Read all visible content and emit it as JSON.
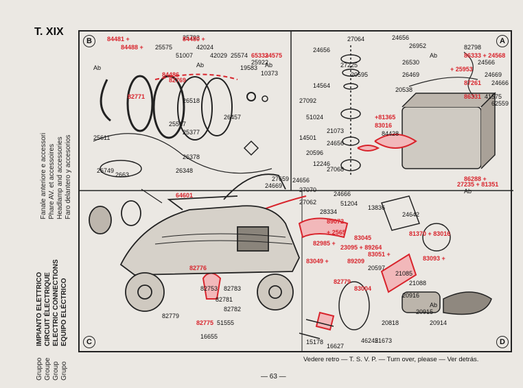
{
  "header": {
    "plate": "T. XIX"
  },
  "sections": {
    "A": "A",
    "B": "B",
    "C": "C",
    "D": "D"
  },
  "footer": {
    "note": "Vedere retro — T. S. V. P. — Turn over, please — Ver detrás.",
    "page": "— 63 —"
  },
  "legend": {
    "line1": "Fanale anteriore e accessori",
    "line2": "Phare AV. et accessoires",
    "line3": "Headlamp and accessories",
    "line4": "Faro delantero y accesorios",
    "line5": "IMPIANTO ELETTRICO",
    "line6": "CIRCUIT ÉLECTRIQUE",
    "line7": "ELECTRIC CONNECTIONS",
    "line8": "EQUIPO ELÉCTRICO",
    "lab_a": "Gruppo",
    "lab_b": "Groupe",
    "lab_c": "Group",
    "lab_d": "Grupo"
  },
  "parts_black": [
    "25793",
    "25575",
    "42024",
    "42029",
    "25574",
    "51007",
    "19583",
    "10373",
    "25922",
    "26518",
    "26457",
    "25517",
    "25377",
    "25611",
    "26378",
    "26348",
    "26749",
    "2663",
    "24656",
    "26952",
    "26530",
    "26469",
    "20538",
    "24656",
    "27064",
    "27225",
    "20595",
    "14564",
    "27092",
    "51024",
    "21073",
    "14501",
    "24656",
    "20596",
    "12246",
    "27068",
    "24656",
    "27070",
    "27062",
    "28334",
    "24666",
    "51204",
    "13836",
    "24642",
    "20597",
    "21085",
    "21088",
    "20916",
    "20915",
    "20914",
    "20818",
    "21673",
    "15178",
    "16627",
    "46245",
    "82783",
    "82753",
    "82781",
    "82782",
    "51555",
    "82779",
    "16655",
    "82798",
    "24566",
    "24669",
    "24666",
    "41575",
    "27659",
    "24669",
    "62559"
  ],
  "parts_red": [
    "84480 +",
    "84481 +",
    "65333",
    "84488 +",
    "84486",
    "82769",
    "82771",
    "24575",
    "64601",
    "87261",
    "86333 + 24568",
    "+ 25953",
    "86331",
    "86288 +",
    "27235 + 81351",
    "82776",
    "83049 +",
    "83045",
    "89072",
    "+ 2565",
    "82985 +",
    "23095 + 89264",
    "83051 +",
    "83093 +",
    "81370 + 83016",
    "89209",
    "83004",
    "82779",
    "82775"
  ],
  "tags_black": [
    "Ab",
    "Ab",
    "Ab",
    "Ab",
    "Ab",
    "Ab"
  ],
  "misc": {
    "m1": "+81365",
    "m2": "83016",
    "m3": "84428"
  }
}
